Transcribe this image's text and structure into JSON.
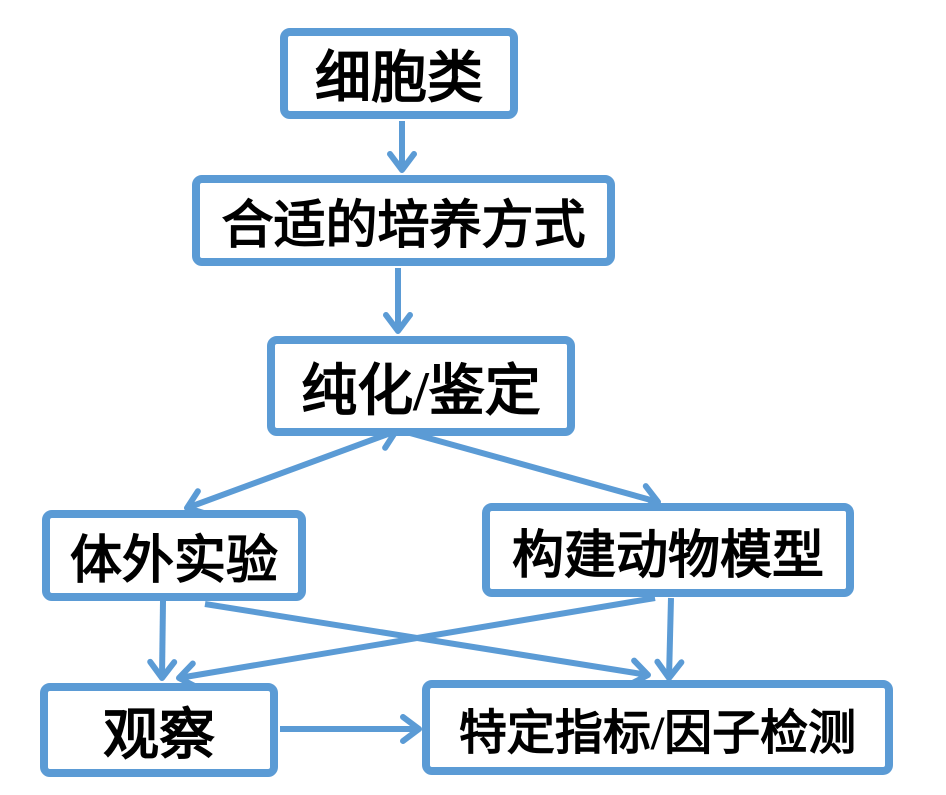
{
  "diagram": {
    "type": "flowchart",
    "accent_color": "#5B9BD5",
    "text_color": "#000000",
    "background_color": "#ffffff",
    "nodes": [
      {
        "id": "cell-type",
        "label": "细胞类"
      },
      {
        "id": "culture-method",
        "label": "合适的培养方式"
      },
      {
        "id": "purification-identification",
        "label": "纯化/鉴定"
      },
      {
        "id": "in-vitro-experiment",
        "label": "体外实验"
      },
      {
        "id": "animal-model",
        "label": "构建动物模型"
      },
      {
        "id": "observation",
        "label": "观察"
      },
      {
        "id": "indicator-factor-detection",
        "label": "特定指标/因子检测"
      }
    ],
    "edges": [
      {
        "from": "cell-type",
        "to": "culture-method",
        "arrow": "single"
      },
      {
        "from": "culture-method",
        "to": "purification-identification",
        "arrow": "single"
      },
      {
        "from": "purification-identification",
        "to": "in-vitro-experiment",
        "arrow": "double"
      },
      {
        "from": "purification-identification",
        "to": "animal-model",
        "arrow": "single"
      },
      {
        "from": "in-vitro-experiment",
        "to": "observation",
        "arrow": "single"
      },
      {
        "from": "in-vitro-experiment",
        "to": "indicator-factor-detection",
        "arrow": "single"
      },
      {
        "from": "animal-model",
        "to": "observation",
        "arrow": "single"
      },
      {
        "from": "animal-model",
        "to": "indicator-factor-detection",
        "arrow": "single"
      },
      {
        "from": "observation",
        "to": "indicator-factor-detection",
        "arrow": "single"
      }
    ]
  }
}
